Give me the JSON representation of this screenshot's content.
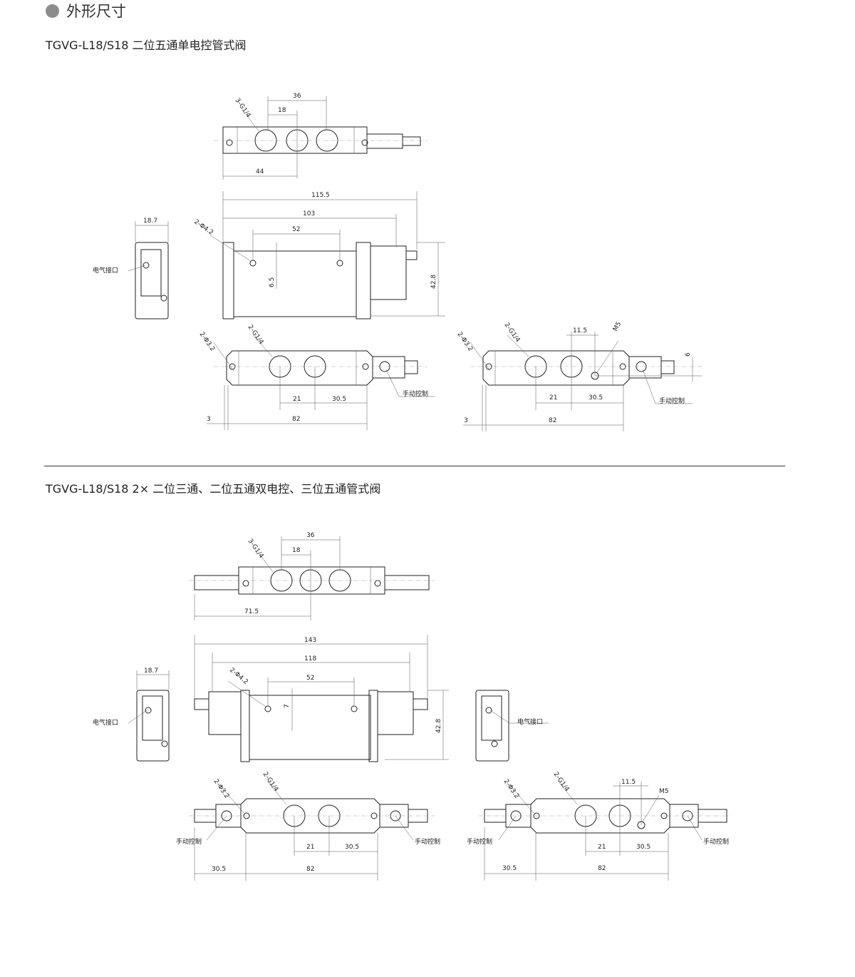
{
  "header": {
    "title": "外形尺寸"
  },
  "section1": {
    "title": "TGVG-L18/S18 二位五通单电控管式阀",
    "top": {
      "ports": "3-G1/4",
      "d36": "36",
      "d18": "18",
      "d44": "44"
    },
    "front": {
      "d115": "115.5",
      "d103": "103",
      "d52": "52",
      "holes": "2-Φ4.2",
      "d65": "6.5",
      "d428": "42.8"
    },
    "side": {
      "d187": "18.7",
      "connector": "电气接口"
    },
    "bottomA": {
      "mount": "2-Φ3.2",
      "ports": "2-G1/4",
      "d21": "21",
      "d305": "30.5",
      "d3": "3",
      "d82": "82",
      "manual": "手动控制"
    },
    "bottomB": {
      "mount": "2-Φ3.2",
      "ports": "2-G1/4",
      "d115": "11.5",
      "m5": "M5",
      "d6": "6",
      "d21": "21",
      "d305": "30.5",
      "d3": "3",
      "d82": "82",
      "manual": "手动控制"
    }
  },
  "section2": {
    "title": "TGVG-L18/S18 2× 二位三通、二位五通双电控、三位五通管式阀",
    "top": {
      "ports": "3-G1/4",
      "d36": "36",
      "d18": "18",
      "d715": "71.5"
    },
    "front": {
      "d143": "143",
      "d118": "118",
      "d52": "52",
      "holes": "2-Φ4.2",
      "d7": "7",
      "d428": "42.8"
    },
    "sideL": {
      "d187": "18.7",
      "connector": "电气接口"
    },
    "sideR": {
      "connector": "电气接口"
    },
    "bottomA": {
      "mount": "2-Φ3.2",
      "ports": "2-G1/4",
      "manualL": "手动控制",
      "manualR": "手动控制",
      "d21": "21",
      "d305": "30.5",
      "d305b": "30.5",
      "d82": "82"
    },
    "bottomB": {
      "mount": "2-Φ3.2",
      "ports": "2-G1/4",
      "d115": "11.5",
      "m5": "M5",
      "manualL": "手动控制",
      "manualR": "手动控制",
      "d21": "21",
      "d305": "30.5",
      "d305b": "30.5",
      "d82": "82"
    }
  }
}
